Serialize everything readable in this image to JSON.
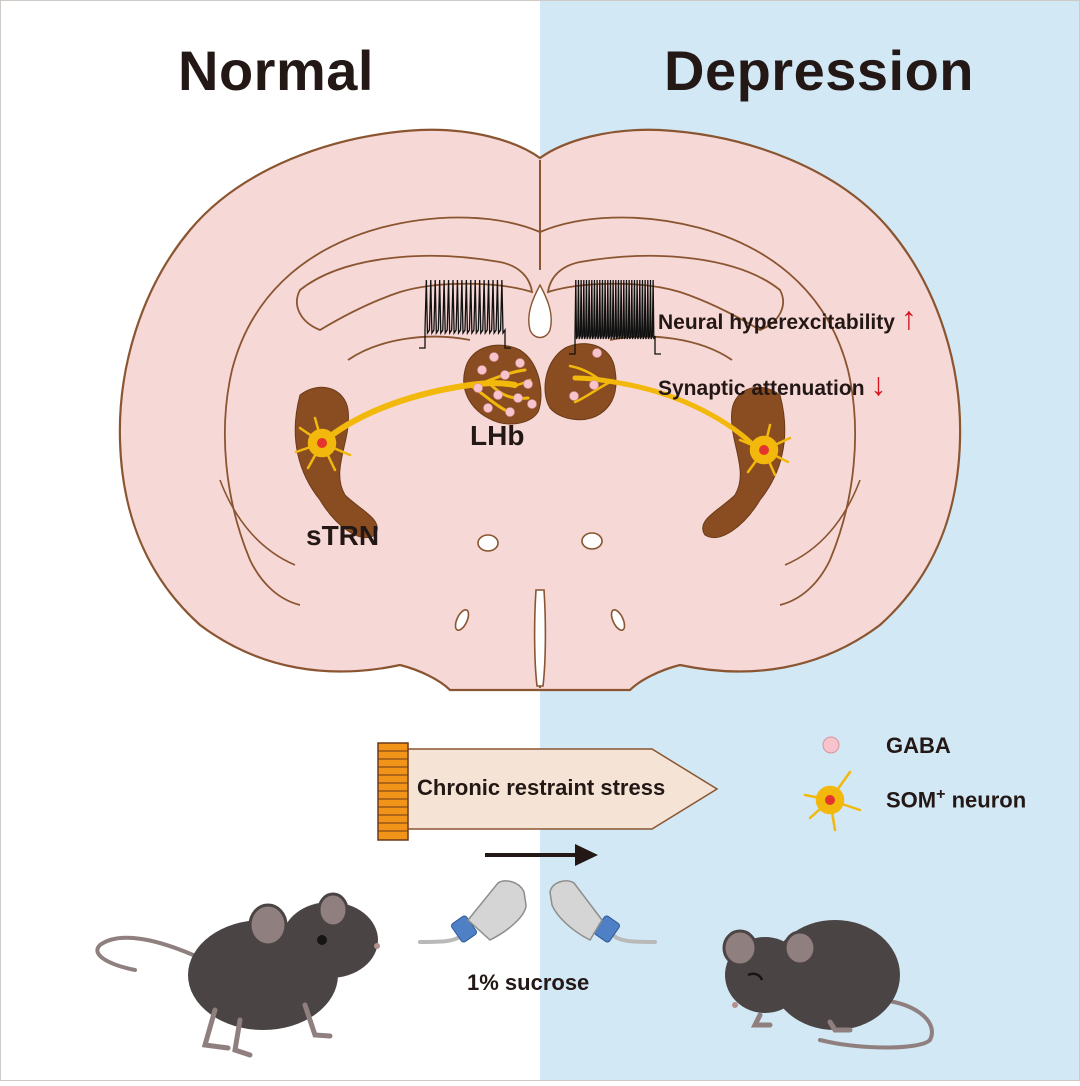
{
  "panels": {
    "left_title": "Normal",
    "right_title": "Depression"
  },
  "regions": {
    "lhb": "LHb",
    "strn": "sTRN"
  },
  "annotations": {
    "hyperexcitability": "Neural hyperexcitability",
    "hyperexcitability_arrow": "↑",
    "attenuation": "Synaptic attenuation",
    "attenuation_arrow": "↓"
  },
  "legend": {
    "gaba": "GABA",
    "som_main": "SOM",
    "som_sup": "+",
    "som_suffix": " neuron"
  },
  "procedure": {
    "stress_label": "Chronic restraint stress",
    "sucrose_label": "1% sucrose"
  },
  "colors": {
    "right_panel_bg": "#d2e8f5",
    "brain_fill": "#f6d8d6",
    "brain_outline": "#8a5530",
    "nucleus_fill": "#8a4d22",
    "axon_yellow": "#f2b80c",
    "gaba_dot": "#f7c3cc",
    "arrow_red": "#d7141e",
    "mouse_body": "#4b4444",
    "stress_bar": "#f5e3d6",
    "cap_orange": "#f29418"
  }
}
